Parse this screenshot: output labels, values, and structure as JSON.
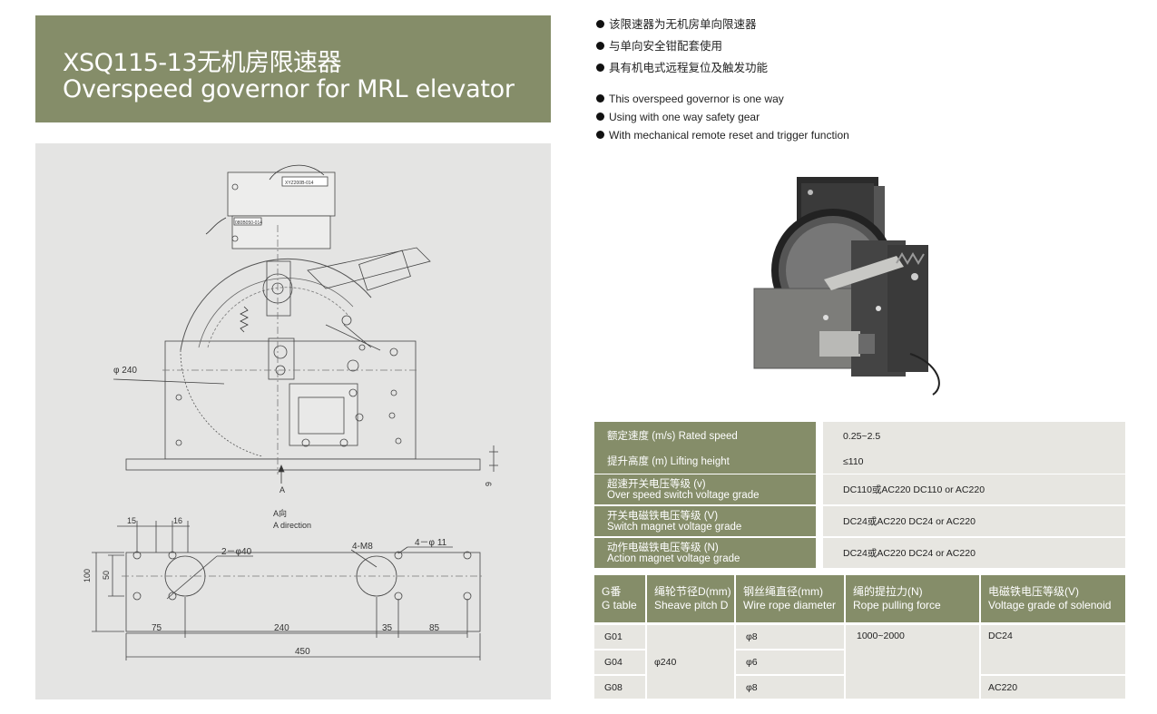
{
  "title": {
    "cn": "XSQ115-13无机房限速器",
    "en": "Overspeed governor for MRL elevator"
  },
  "features_cn": [
    "该限速器为无机房单向限速器",
    "与单向安全钳配套使用",
    "具有机电式远程复位及触发功能"
  ],
  "features_en": [
    "This overspeed governor is one way",
    "Using with one way safety gear",
    "With mechanical remote reset and trigger function"
  ],
  "drawing": {
    "diameter_label": "φ 240",
    "arrow_label": "A",
    "gap_label": "6",
    "view_label_cn": "A向",
    "view_label_en": "A direction",
    "dim_15": "15",
    "dim_16": "16",
    "hole_2": "2－φ40",
    "hole_4m8": "4-M8",
    "hole_4": "4－φ 11",
    "dim_100": "100",
    "dim_50": "50",
    "dim_75": "75",
    "dim_240": "240",
    "dim_35": "35",
    "dim_85": "85",
    "dim_450": "450",
    "plate_text_1": "XYZ200B-014",
    "plate_text_2": "080B050-014"
  },
  "specs": [
    {
      "label_cn": "额定速度 (m/s) Rated speed",
      "label_en": "",
      "value": "0.25~2.5"
    },
    {
      "label_cn": "提升高度 (m) Lifting height",
      "label_en": "",
      "value": "≤110"
    },
    {
      "label_cn": "超速开关电压等级 (v)",
      "label_en": "Over speed switch voltage grade",
      "value": "DC110或AC220 DC110 or AC220"
    },
    {
      "label_cn": "开关电磁铁电压等级 (V)",
      "label_en": "Switch magnet voltage grade",
      "value": "DC24或AC220 DC24 or AC220"
    },
    {
      "label_cn": "动作电磁铁电压等级 (N)",
      "label_en": "Action magnet voltage grade",
      "value": "DC24或AC220 DC24 or AC220"
    }
  ],
  "g_table": {
    "headers": [
      {
        "cn": "G番",
        "en": "G table"
      },
      {
        "cn": "绳轮节径D(mm)",
        "en": "Sheave pitch D"
      },
      {
        "cn": "钢丝绳直径(mm)",
        "en": "Wire rope diameter"
      },
      {
        "cn": "绳的提拉力(N)",
        "en": "Rope pulling force"
      },
      {
        "cn": "电磁铁电压等级(V)",
        "en": "Voltage grade of solenoid"
      }
    ],
    "rows": [
      "G01",
      "G04",
      "G08"
    ],
    "sheave": "φ240",
    "rope": [
      "φ8",
      "φ6",
      "φ8"
    ],
    "force": "1000~2000",
    "voltage": [
      "DC24",
      "AC220"
    ]
  },
  "colors": {
    "accent": "#858d69",
    "cell_bg": "#e7e6e1",
    "drawing_bg": "#e4e4e3"
  }
}
